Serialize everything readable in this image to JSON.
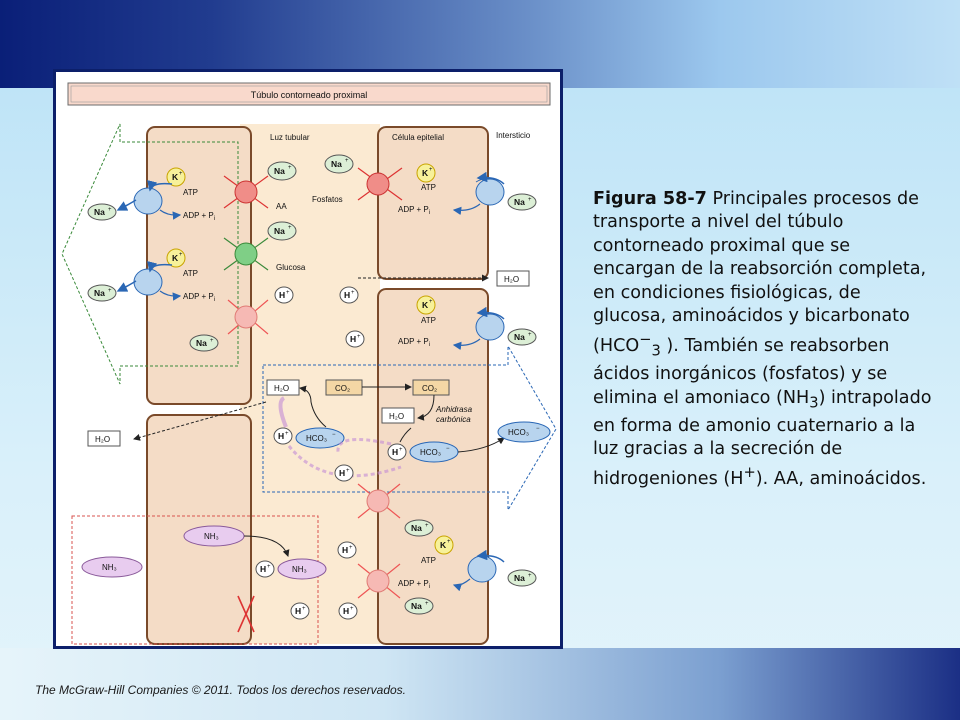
{
  "diagram": {
    "title": "Túbulo contorneado proximal",
    "regions": {
      "lumen": "Luz tubular",
      "cell": "Célula epitelial",
      "interstitium": "Intersticio"
    },
    "labels": {
      "na": "Na",
      "k": "K",
      "h": "H",
      "atp": "ATP",
      "adp": "ADP + P",
      "pi_sub": "i",
      "aa": "AA",
      "glucose": "Glucosa",
      "phosphates": "Fosfatos",
      "h2o": "H₂O",
      "co2": "CO₂",
      "hco3": "HCO₃",
      "nh3": "NH₃",
      "anhydrase_1": "Anhidrasa",
      "anhydrase_2": "carbónica",
      "plus": "+",
      "minus": "−"
    }
  },
  "caption": {
    "figure": "Figura 58-7",
    "seg1": " Principales procesos de transporte a nivel del túbulo contorneado proximal que se encargan de la reabsorción completa, en condiciones fisiológicas, de glucosa, aminoácidos y bicarbonato (HCO",
    "sup_minus": "−",
    "sub_3": "3",
    "seg2": " ). También se reabsorben ácidos inorgánicos (fosfatos) y se elimina el amoniaco (NH",
    "sub_3b": "3",
    "seg3": ") intrapolado en forma de amonio cuaternario a la luz gracias a la secreción de hidrogeniones (H",
    "sup_plus": "+",
    "seg4": "). AA, aminoácidos."
  },
  "footer": "The McGraw-Hill Companies © 2011. Todos los derechos reservados.",
  "colors": {
    "navy": "#0c1f6a",
    "cell_fill": "#f4dcc6",
    "cell_stroke": "#7a4a2a",
    "lumen_fill": "#fbead2",
    "pump_fill": "#b8d4ee",
    "green_transporter": "#7fcf86",
    "red_transporter": "#f08d88",
    "pink_transporter": "#f6b9b4",
    "ion_green": "#dcefd6",
    "ion_yellow": "#f7f19a",
    "blue_arrow": "#2a67b5"
  }
}
